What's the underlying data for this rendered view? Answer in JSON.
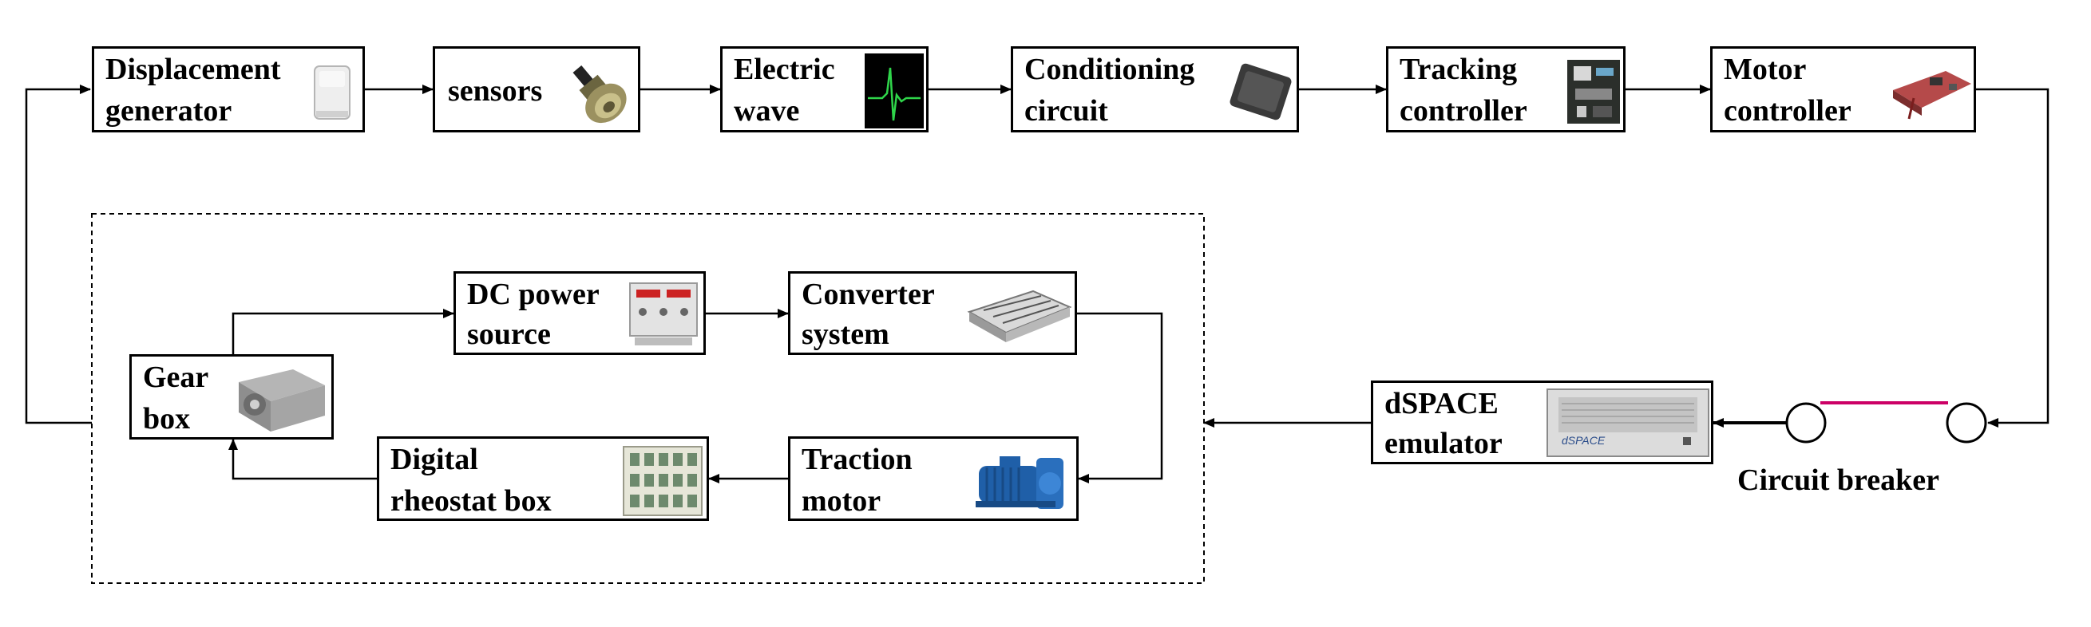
{
  "blocks": {
    "displacement": {
      "line1": "Displacement",
      "line2": "generator"
    },
    "sensors": {
      "line1": "sensors"
    },
    "electric": {
      "line1": "Electric",
      "line2": "wave"
    },
    "conditioning": {
      "line1": "Conditioning",
      "line2": "circuit"
    },
    "tracking": {
      "line1": "Tracking",
      "line2": "controller"
    },
    "motor_ctrl": {
      "line1": "Motor",
      "line2": "controller"
    },
    "dc_power": {
      "line1": "DC power",
      "line2": "source"
    },
    "converter": {
      "line1": "Converter",
      "line2": "system"
    },
    "gearbox": {
      "line1": "Gear",
      "line2": "box"
    },
    "rheostat": {
      "line1": "Digital",
      "line2": "rheostat box"
    },
    "traction": {
      "line1": "Traction",
      "line2": "motor"
    },
    "dspace": {
      "line1": "dSPACE",
      "line2": "emulator"
    }
  },
  "circuit_breaker": {
    "label": "Circuit breaker"
  },
  "dspace_brand": "dSPACE",
  "colors": {
    "line": "#000000",
    "breaker_contact": "#cc0066"
  },
  "icons": {
    "displacement": "displacement-generator-icon",
    "sensors": "sensor-icon",
    "electric": "waveform-icon",
    "conditioning": "circuit-chip-icon",
    "tracking": "controller-board-icon",
    "motor_ctrl": "motor-controller-icon",
    "dc_power": "power-supply-icon",
    "converter": "converter-icon",
    "gearbox": "gearbox-icon",
    "rheostat": "rheostat-icon",
    "traction": "traction-motor-icon",
    "dspace": "dspace-rack-icon"
  }
}
